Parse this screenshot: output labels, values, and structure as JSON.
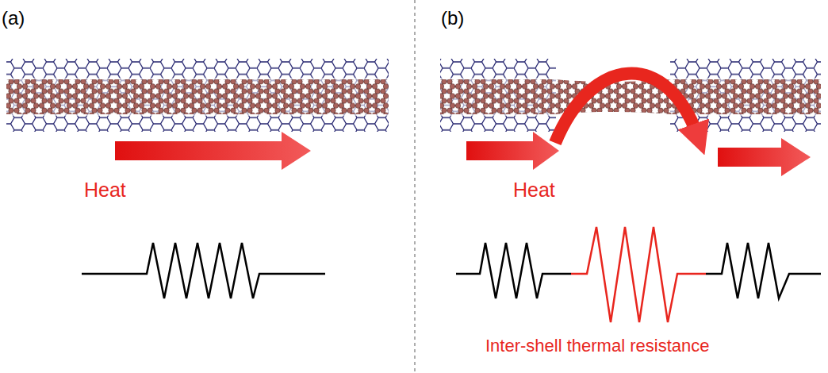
{
  "diagram": {
    "labels": [
      "(a)",
      "Heat",
      "(b)",
      "Heat",
      "Inter-shell thermal resistance"
    ]
  }
}
